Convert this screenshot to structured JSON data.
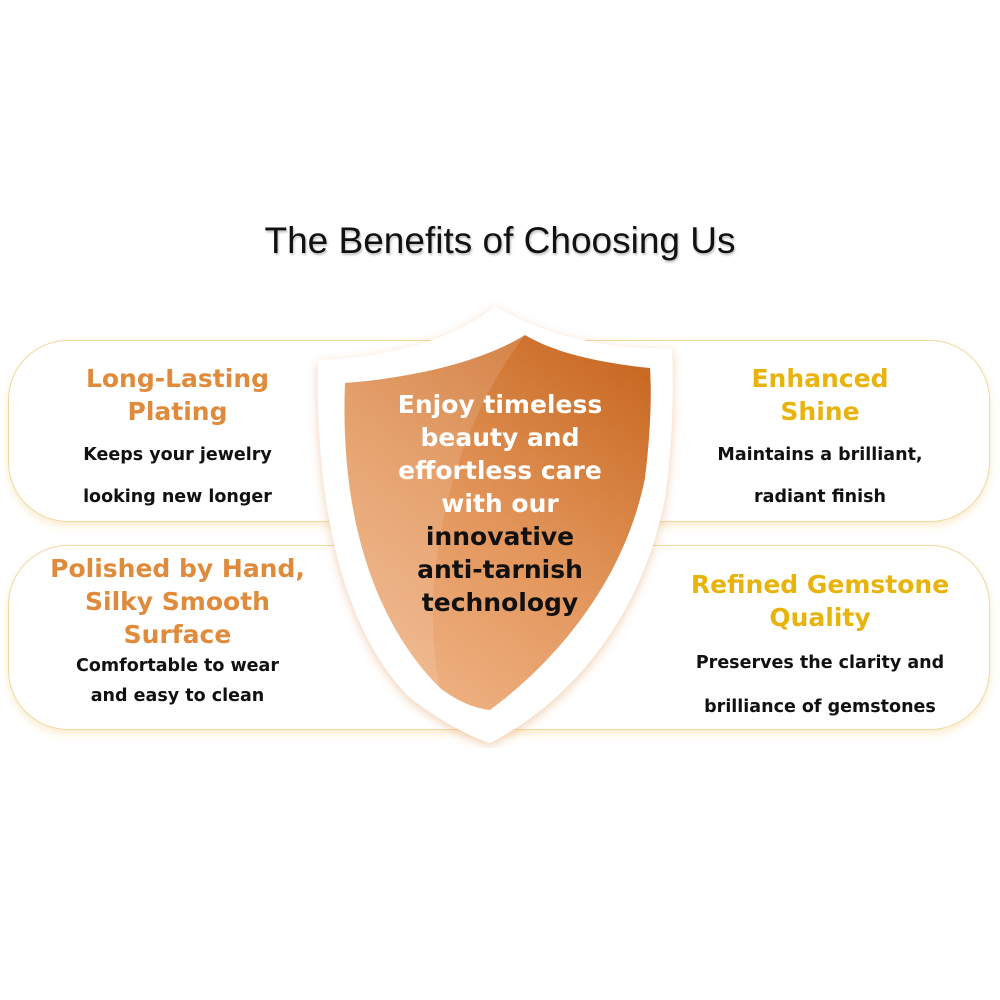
{
  "title": "The Benefits of Choosing Us",
  "colors": {
    "left_heading": "#e08a3c",
    "right_heading": "#e8b30c",
    "shield": "#d9843f"
  },
  "cards": [
    {
      "heading": [
        "Long-Lasting",
        "Plating"
      ],
      "desc": [
        "Keeps your jewelry",
        "looking new longer"
      ]
    },
    {
      "heading": [
        "Enhanced",
        "Shine"
      ],
      "desc": [
        "Maintains a brilliant,",
        "radiant finish"
      ]
    },
    {
      "heading": [
        "Polished by Hand,",
        "Silky Smooth",
        "Surface"
      ],
      "desc": [
        "Comfortable to wear",
        "and easy to clean"
      ]
    },
    {
      "heading": [
        "Refined Gemstone",
        "Quality"
      ],
      "desc": [
        "Preserves the clarity and",
        "brilliance of gemstones"
      ]
    }
  ],
  "shield": {
    "light_lines": [
      "Enjoy timeless",
      "beauty and",
      "effortless care",
      "with our"
    ],
    "dark_lines": [
      "innovative",
      "anti-tarnish",
      "technology"
    ]
  }
}
